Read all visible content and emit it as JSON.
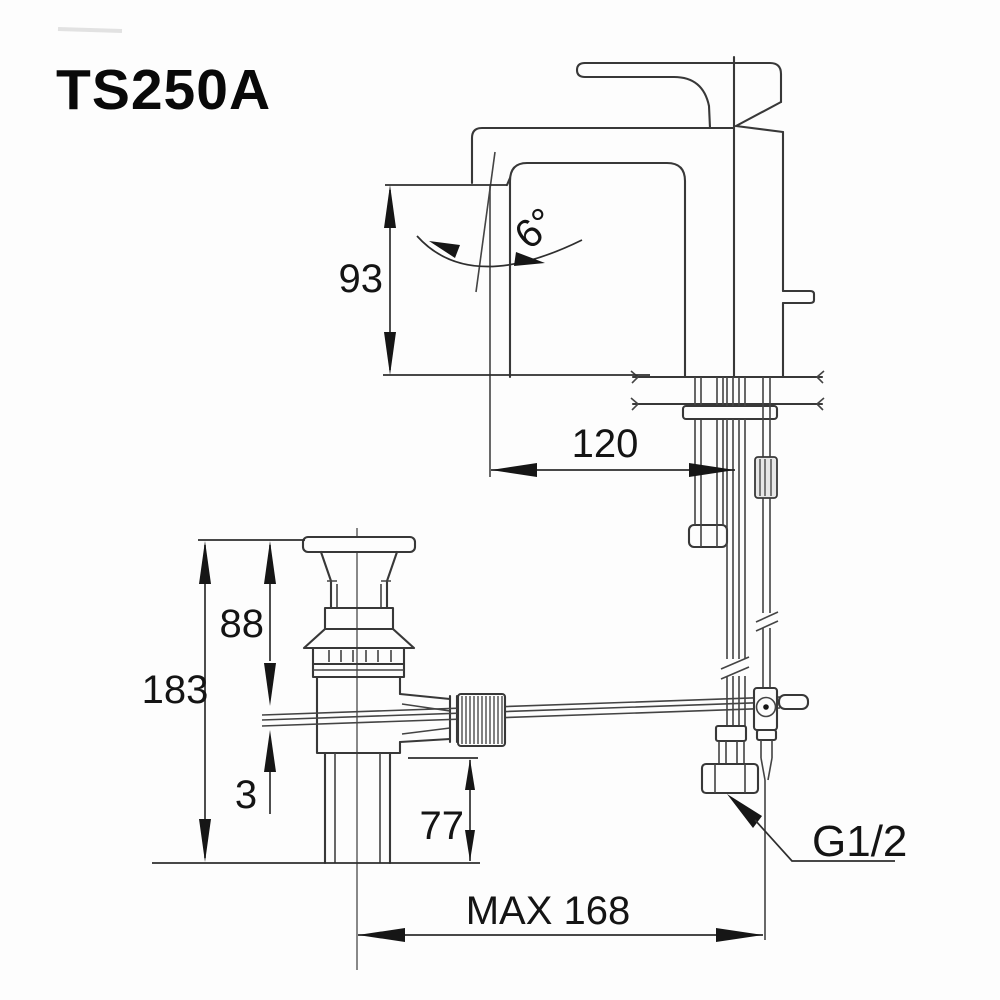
{
  "page": {
    "background": "#fdfdfd",
    "line_color": "#383838",
    "text_color": "#141414"
  },
  "title": "TS250A",
  "drawing": {
    "subject": "Single-lever basin mixer faucet with pop-up drain, front elevation installation drawing, dimensions in mm",
    "labels": {
      "dim_93": "93",
      "dim_angle": "6°",
      "dim_120": "120",
      "dim_88": "88",
      "dim_183": "183",
      "dim_3": "3",
      "dim_77": "77",
      "dim_max_reach": "MAX 168",
      "thread_size": "G1/2"
    }
  }
}
